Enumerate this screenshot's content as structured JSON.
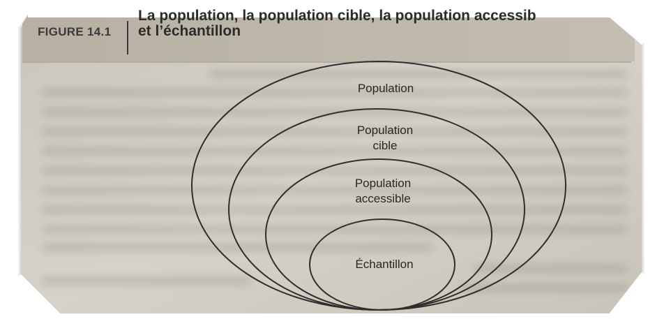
{
  "figure": {
    "number": "FIGURE 14.1",
    "title_line1": "La population, la population cible, la population accessib",
    "title_line2": "et l’échantillon"
  },
  "diagram": {
    "rings": [
      {
        "line1": "Population",
        "line2": ""
      },
      {
        "line1": "Population",
        "line2": "cible"
      },
      {
        "line1": "Population",
        "line2": "accessible"
      },
      {
        "line1": "Échantillon",
        "line2": ""
      }
    ]
  },
  "colors": {
    "page": "#d0ccc2",
    "header_band": "#bfb8ab",
    "ink": "#2b2b2b",
    "frame": "#ffffff"
  }
}
